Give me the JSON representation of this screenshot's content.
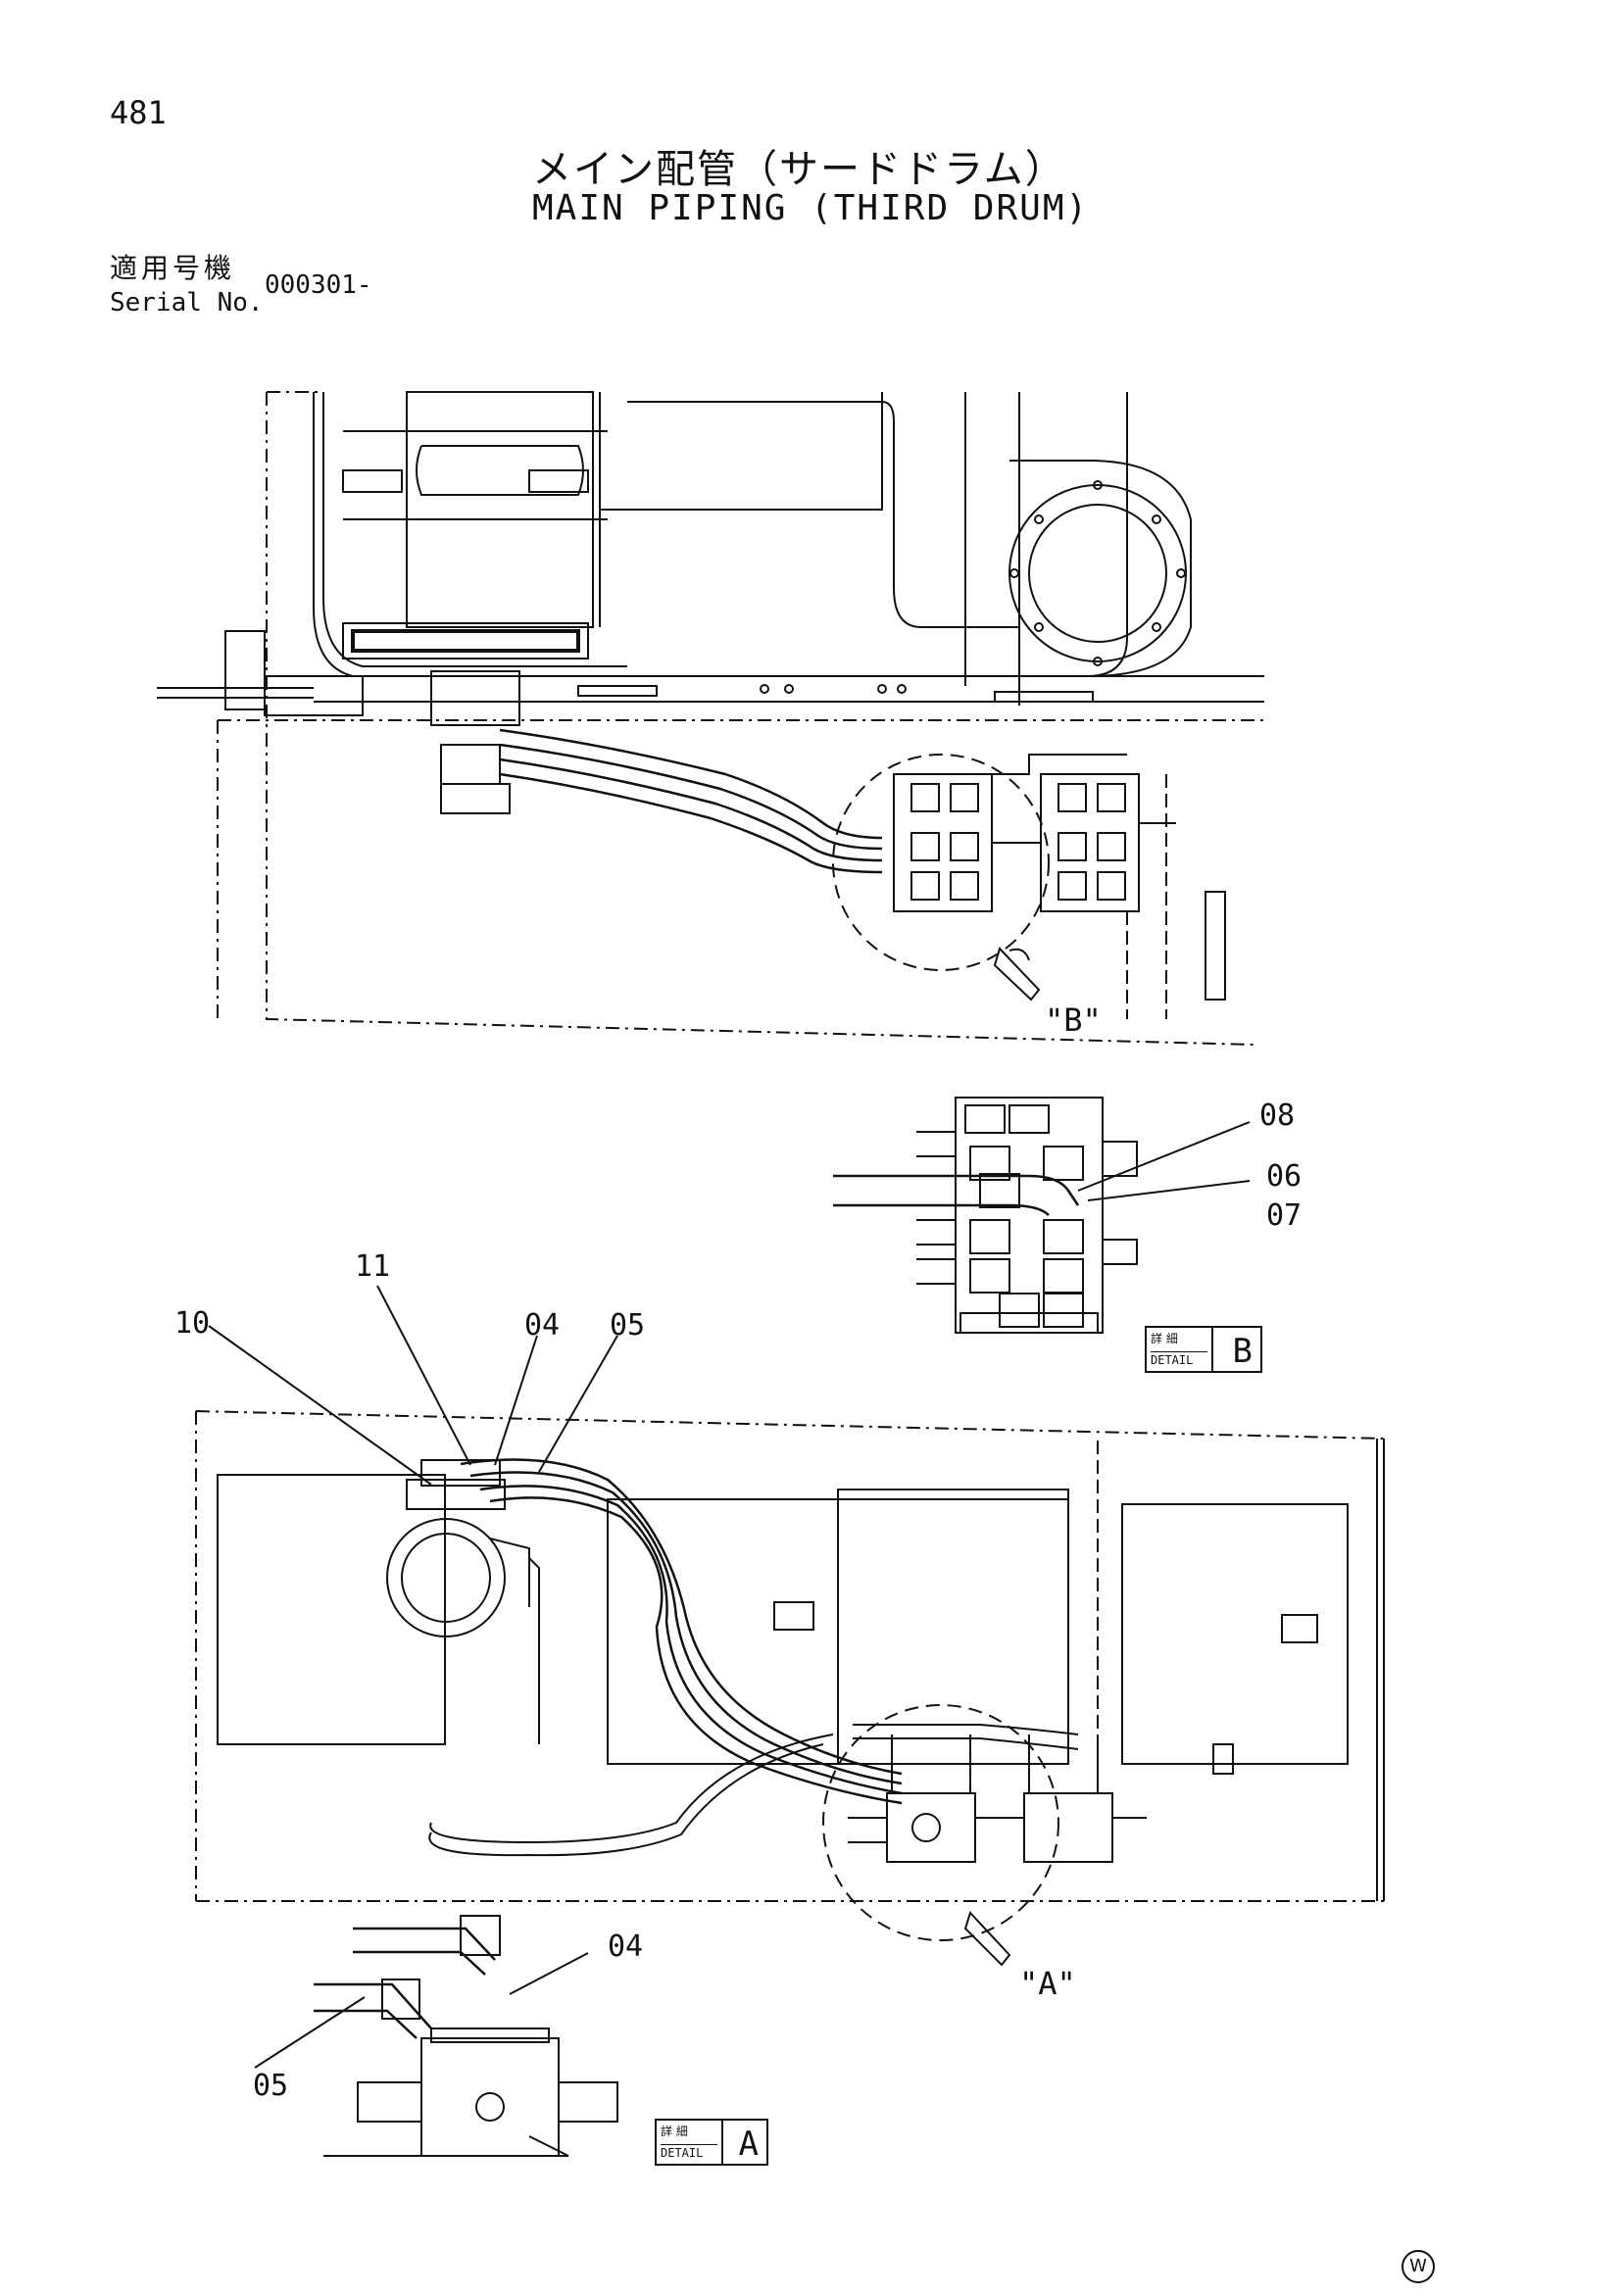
{
  "header": {
    "page_number": "481",
    "title_jp": "メイン配管（サードドラム）",
    "title_en": "MAIN PIPING (THIRD DRUM)",
    "serial_label_jp": "適用号機",
    "serial_label_en": "Serial No.",
    "serial_value": "000301-"
  },
  "views": {
    "view_b_marker": "\"B\"",
    "view_a_marker": "\"A\""
  },
  "callouts": {
    "c08": "08",
    "c06": "06",
    "c07": "07",
    "c11": "11",
    "c10": "10",
    "c04_main": "04",
    "c05_main": "05",
    "c04_detail": "04",
    "c05_detail": "05"
  },
  "detail_boxes": {
    "b": {
      "jp": "詳 細",
      "en": "DETAIL",
      "letter": "B"
    },
    "a": {
      "jp": "詳 細",
      "en": "DETAIL",
      "letter": "A"
    }
  },
  "watermark": "W"
}
